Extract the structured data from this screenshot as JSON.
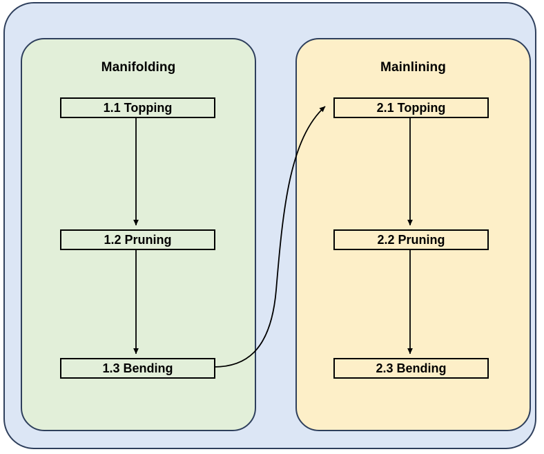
{
  "diagram": {
    "title": "",
    "colors": {
      "outer_background": "#DCE6F5",
      "outer_border": "#2E3F5C",
      "manifolding_fill": "#E2EFD9",
      "mainlining_fill": "#FDEFC8",
      "panel_border": "#2E3F5C",
      "node_border": "#000000",
      "connector": "#000000",
      "text": "#000000"
    },
    "lanes": [
      {
        "id": "manifolding",
        "title": "Manifolding",
        "fill": "#E2EFD9",
        "nodes": [
          {
            "id": "1.1",
            "label": "1.1 Topping"
          },
          {
            "id": "1.2",
            "label": "1.2 Pruning"
          },
          {
            "id": "1.3",
            "label": "1.3 Bending"
          }
        ]
      },
      {
        "id": "mainlining",
        "title": "Mainlining",
        "fill": "#FDEFC8",
        "nodes": [
          {
            "id": "2.1",
            "label": "2.1 Topping"
          },
          {
            "id": "2.2",
            "label": "2.2 Pruning"
          },
          {
            "id": "2.3",
            "label": "2.3 Bending"
          }
        ]
      }
    ],
    "edges": [
      {
        "from": "1.1 Topping",
        "to": "1.2 Pruning",
        "style": "straight-down-arrow"
      },
      {
        "from": "1.2 Pruning",
        "to": "1.3 Bending",
        "style": "straight-down-arrow"
      },
      {
        "from": "1.3 Bending",
        "to": "2.1 Topping",
        "style": "curved-s-arrow"
      },
      {
        "from": "2.1 Topping",
        "to": "2.2 Pruning",
        "style": "straight-down-arrow"
      },
      {
        "from": "2.2 Pruning",
        "to": "2.3 Bending",
        "style": "straight-down-arrow"
      }
    ]
  }
}
